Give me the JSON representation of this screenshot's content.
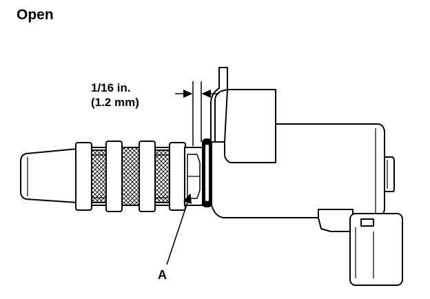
{
  "figure": {
    "title": "Open",
    "dimension": {
      "imperial": "1/16 in.",
      "metric": "(1.2 mm)"
    },
    "callout_label": "A"
  }
}
